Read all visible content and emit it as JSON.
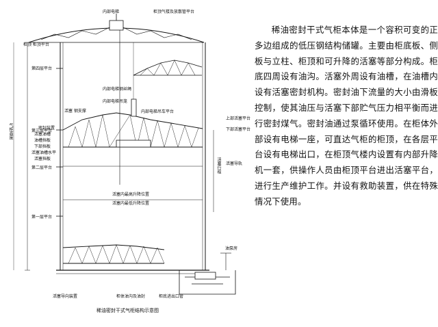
{
  "description": "稀油密封干式气柜本体是一个容积可变的正多边组成的低压钢结构储罐。主要由柜底板、侧板与立柱、柜顶和可升降的活塞等部分构成。柜底四周设有油沟。活塞外周设有油槽，在油槽内设有活塞密封机构。密封油下流量的大小由滑板控制，使其油压与活塞下部贮气压力相平衡而进行密封煤气。密封油通过泵循环使用。在柜体外部设有电梯一座，可直达气柜的柜顶，在各层平台设有电梯出口，在柜顶气楼内设置有内部升降机一套，供操作人员由柜顶平台进出活塞平台，进行生产维护工作。并设有救助装置，供在特殊情况下使用。",
  "caption": "稀油密封干式气柜结构示意图",
  "labels": {
    "top_left": "内部电梯",
    "top_right": "柜顶气楼及放散管平台",
    "roof_platform": "柜顶 柜顶平台",
    "floor4": "第四层平台",
    "floor3": "第三层平台",
    "floor2": "第二层平台",
    "floor1": "第一层平台",
    "cable": "内部电梯钢丝绳",
    "piston_roof": "活塞 钢支撑",
    "cage": "内部电梯吊笼",
    "car_platform": "内部电梯吊车平台",
    "seal_a": "密封装置",
    "seal_b": "活塞油槽",
    "seal_c": "油槽挡板",
    "seal_d": "下部挡板",
    "seal_e": "活塞油槽水平",
    "seal_f": "活塞挡板",
    "right_a": "上部活塞平台",
    "right_b": "下部活塞平台",
    "right_c": "活塞导轨",
    "height": "气柜高度",
    "piston_dim": "活塞行程",
    "level_top": "活塞内最高升降位置",
    "level_bottom": "活塞内最低升降位置",
    "bottom_left": "活塞导向装置",
    "bottom_mid": "柜体油沟及油封",
    "bottom_right": "柜底进出口管",
    "pump": "油泵房"
  },
  "colors": {
    "line": "#111111",
    "background": "#ffffff",
    "text": "#111111"
  }
}
